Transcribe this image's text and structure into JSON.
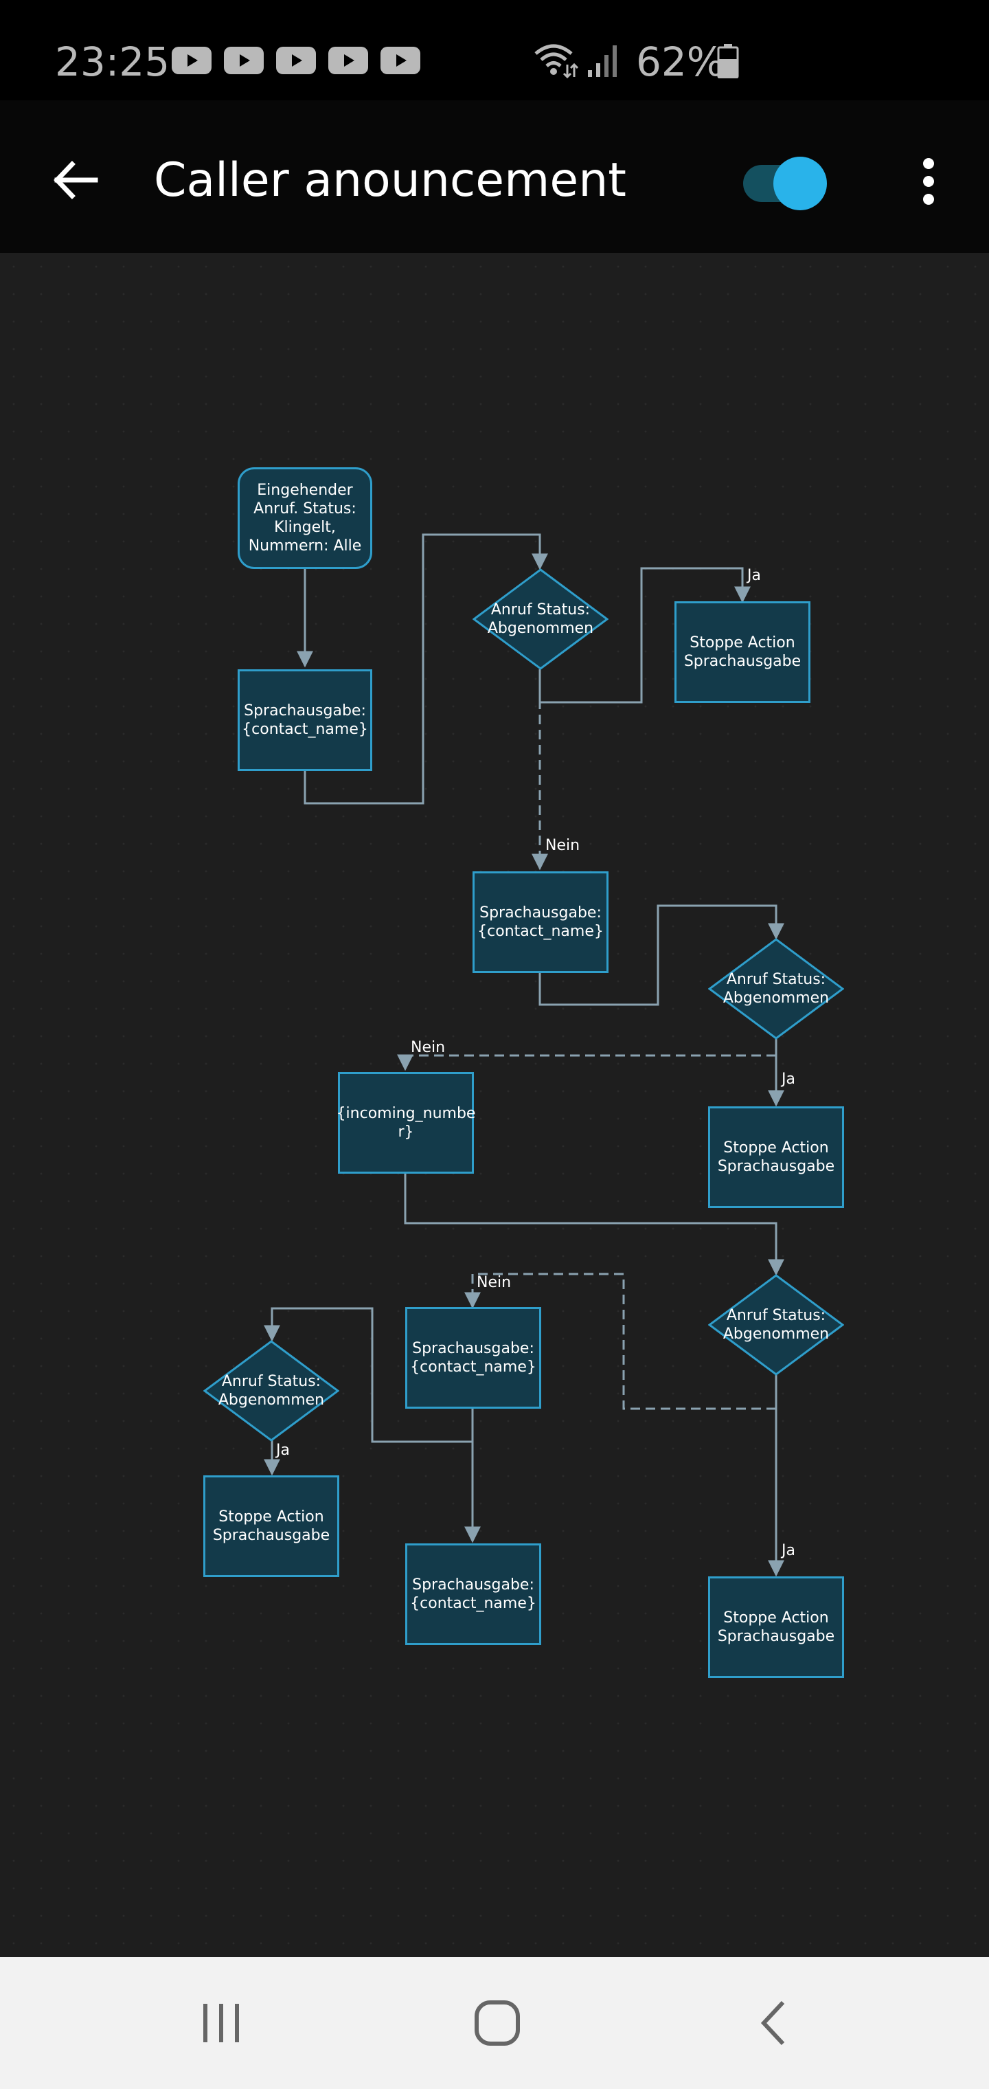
{
  "status_bar": {
    "time": "23:25",
    "battery": "62%",
    "icons": [
      "youtube-icon",
      "youtube-icon",
      "youtube-icon",
      "youtube-icon",
      "youtube-icon",
      "wifi-icon",
      "signal-icon",
      "battery-icon"
    ]
  },
  "app_bar": {
    "title": "Caller anouncement",
    "toggle_on": true,
    "icons": [
      "back-arrow-icon",
      "more-vert-icon"
    ]
  },
  "colors": {
    "background": "#1e1e1e",
    "node_fill": "#133a4a",
    "node_border": "#2f9ecb",
    "connector": "#8aa2b0",
    "toggle_accent": "#29b3ea"
  },
  "flow": {
    "trigger": "Eingehender\nAnruf. Status:\nKlingelt,\nNummern: Alle",
    "speak_1": "Sprachausgabe:\n{contact_name}",
    "check_1": "Anruf Status:\nAbgenommen",
    "stop_1": "Stoppe Action\nSprachausgabe",
    "speak_2": "Sprachausgabe:\n{contact_name}",
    "check_2": "Anruf Status:\nAbgenommen",
    "incoming": "{incoming_numbe\nr}",
    "stop_2": "Stoppe Action\nSprachausgabe",
    "check_3": "Anruf Status:\nAbgenommen",
    "speak_3": "Sprachausgabe:\n{contact_name}",
    "check_4": "Anruf Status:\nAbgenommen",
    "stop_4": "Stoppe Action\nSprachausgabe",
    "speak_4": "Sprachausgabe:\n{contact_name}",
    "stop_3": "Stoppe Action\nSprachausgabe",
    "label_yes": "Ja",
    "label_no": "Nein"
  },
  "nav_bar": {
    "icons": [
      "recent-apps-icon",
      "home-icon",
      "back-icon"
    ]
  }
}
